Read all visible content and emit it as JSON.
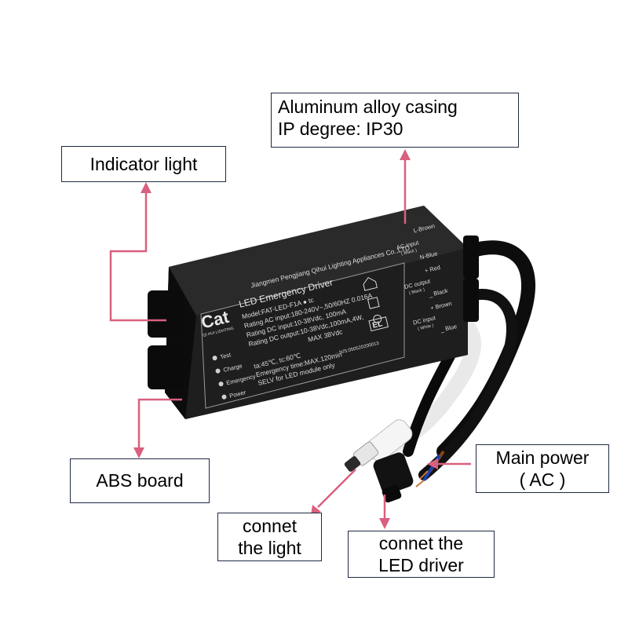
{
  "callouts": {
    "casing": [
      "Aluminum alloy casing",
      "IP degree: IP30"
    ],
    "indicator": "Indicator light",
    "abs": "ABS board",
    "main_power": [
      "Main power",
      "( AC )"
    ],
    "connet_light": [
      "connet",
      "the light"
    ],
    "connet_driver": [
      "connet the",
      "LED driver"
    ]
  },
  "device": {
    "manufacturer": "Jiangmen Pengjiang Qihui Lighting Appliances Co.,LTD",
    "logo_text": "Cat",
    "logo_sub": "QI HUI LIGHTING",
    "product_name": "LED Emergency Driver",
    "model": "Model:FAT-LED-F1A ● tc",
    "rating_ac": "Rating AC input:180-240V~,50/60HZ 0.016A",
    "rating_dc_in": "Rating DC input:10-38Vdc, 100mA",
    "rating_dc_out": "Rating DC output:10-38Vdc,100mA,4W,",
    "max_v": "MAX 38Vdc",
    "temps": "ta:45℃,  tc:60℃",
    "emergency_time": "Emergency time:MAX.120min",
    "selv": "SELV for LED module only",
    "serial": "N/S:050520200013",
    "el_mark": "EL",
    "status_lights": [
      "Test",
      "Charge",
      "Emergency",
      "Power"
    ],
    "wires": {
      "ac_l": "L-Brown",
      "ac_title": "AC input",
      "ac_sub": "( Black )",
      "ac_n": "N-Blue",
      "dcout_pos": "+ Red",
      "dcout_title": "DC output",
      "dcout_sub": "( Black )",
      "dcout_neg": "_ Black",
      "dcin_pos": "+ Brown",
      "dcin_title": "DC input",
      "dcin_sub": "( White )",
      "dcin_neg": "_ Blue"
    }
  },
  "colors": {
    "arrow": "#d9607e",
    "casing": "#1a1a1a",
    "callout_border": "#1f2a44"
  }
}
